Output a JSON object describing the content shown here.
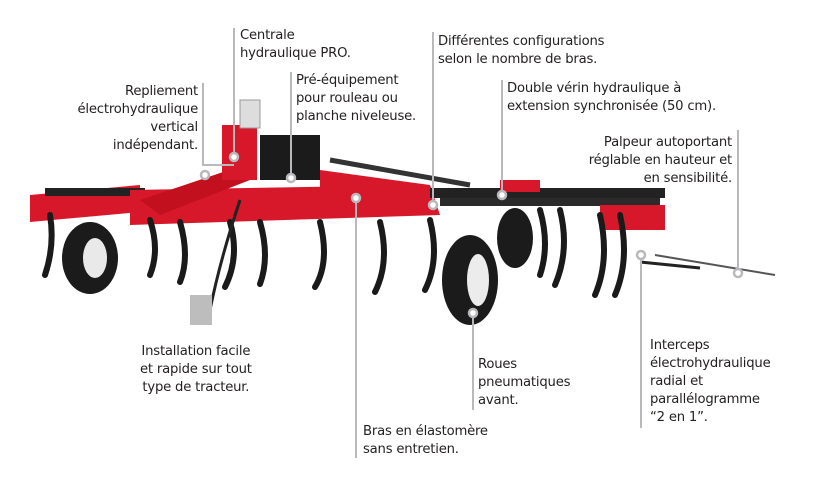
{
  "colors": {
    "frame": "#d7182a",
    "tines": "#1a1a1a",
    "callout_line": "#b9b9bd",
    "text": "#231f20"
  },
  "callouts": [
    {
      "id": "repliement",
      "text": "Repliement\nélectrohydraulique\nvertical\nindépendant."
    },
    {
      "id": "centrale",
      "text": "Centrale\nhydraulique PRO."
    },
    {
      "id": "pre_equipement",
      "text": "Pré-équipement\npour rouleau ou\nplanche niveleuse."
    },
    {
      "id": "configurations",
      "text": "Différentes configurations\nselon le nombre de bras."
    },
    {
      "id": "double_verin",
      "text": "Double vérin hydraulique à\nextension synchronisée (50 cm)."
    },
    {
      "id": "palpeur",
      "text": "Palpeur autoportant\nréglable en hauteur et\nen sensibilité."
    },
    {
      "id": "installation",
      "text": "Installation facile\net rapide sur tout\ntype de tracteur."
    },
    {
      "id": "bras",
      "text": "Bras en élastomère\nsans entretien."
    },
    {
      "id": "roues",
      "text": "Roues\npneumatiques\navant."
    },
    {
      "id": "interceps",
      "text": "Interceps\nélectrohydraulique\nradial et\nparallélogramme\n“2 en 1”."
    }
  ]
}
